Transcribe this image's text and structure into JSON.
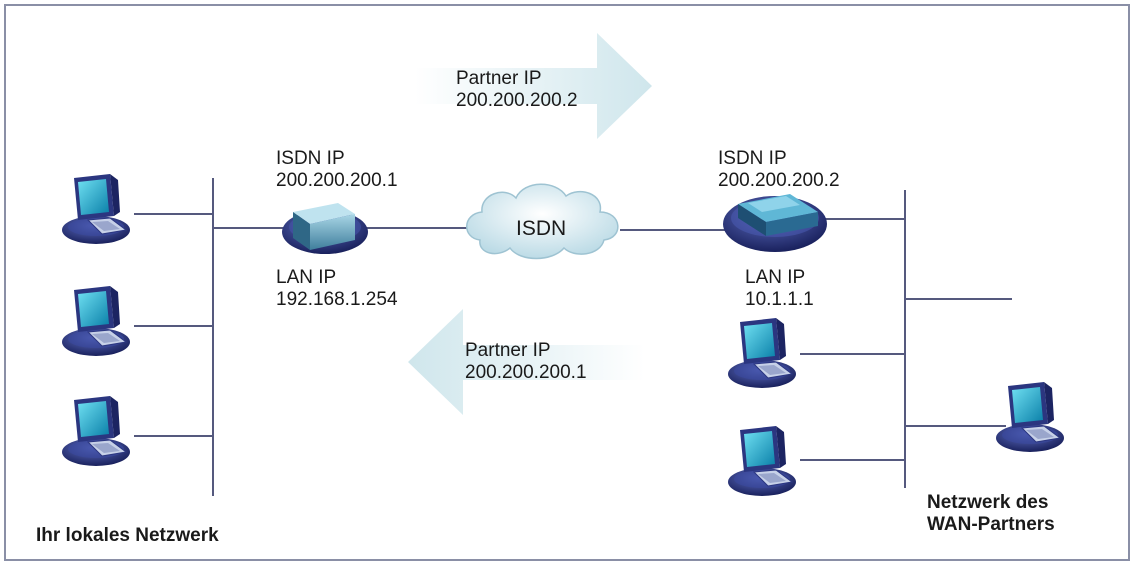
{
  "colors": {
    "line": "#55597e",
    "frame": "#8a8fa6",
    "arrow": "#d4e8ee",
    "cloud": "#d9edf2",
    "router_base": "#2f3a8a",
    "screen": "#1aa6c6"
  },
  "icons": {
    "computer": "desktop-computer-icon",
    "router": "router-icon",
    "cloud": "isdn-cloud-icon"
  },
  "labels": {
    "arrow_top": {
      "line1": "Partner IP",
      "line2": "200.200.200.2"
    },
    "arrow_bottom": {
      "line1": "Partner IP",
      "line2": "200.200.200.1"
    },
    "left_router_isdn": {
      "line1": "ISDN IP",
      "line2": "200.200.200.1"
    },
    "left_router_lan": {
      "line1": "LAN IP",
      "line2": "192.168.1.254"
    },
    "right_router_isdn": {
      "line1": "ISDN IP",
      "line2": "200.200.200.2"
    },
    "right_router_lan": {
      "line1": "LAN IP",
      "line2": "10.1.1.1"
    },
    "cloud": "ISDN",
    "local_network": "Ihr lokales Netzwerk",
    "partner_network": {
      "line1": "Netzwerk des",
      "line2": "WAN-Partners"
    }
  }
}
